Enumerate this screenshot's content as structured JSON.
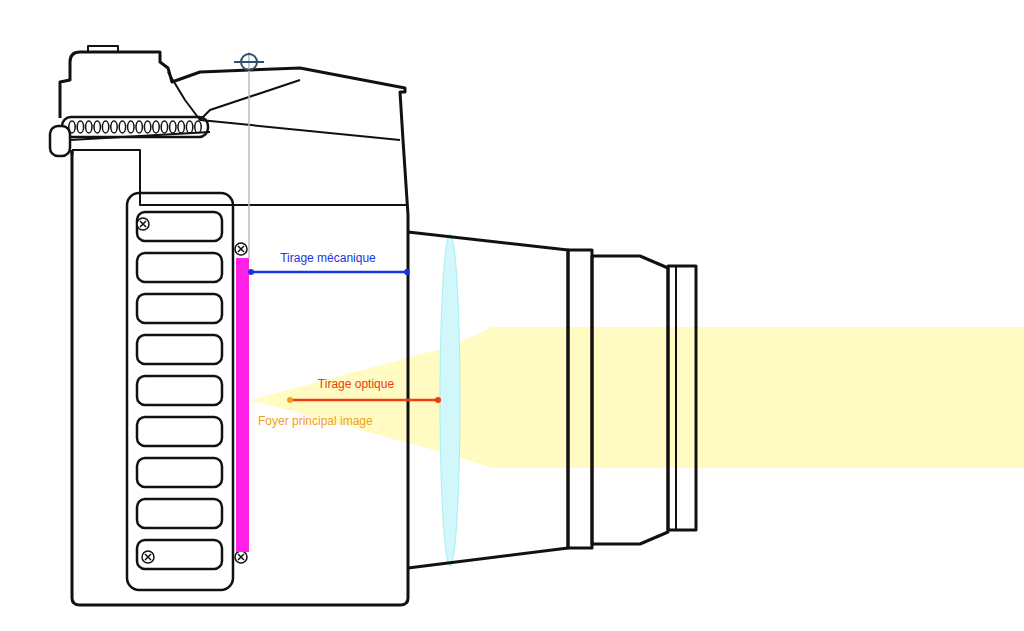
{
  "diagram": {
    "labels": [
      "Tirage mécanique",
      "Tirage optique",
      "Foyer principal image"
    ]
  }
}
